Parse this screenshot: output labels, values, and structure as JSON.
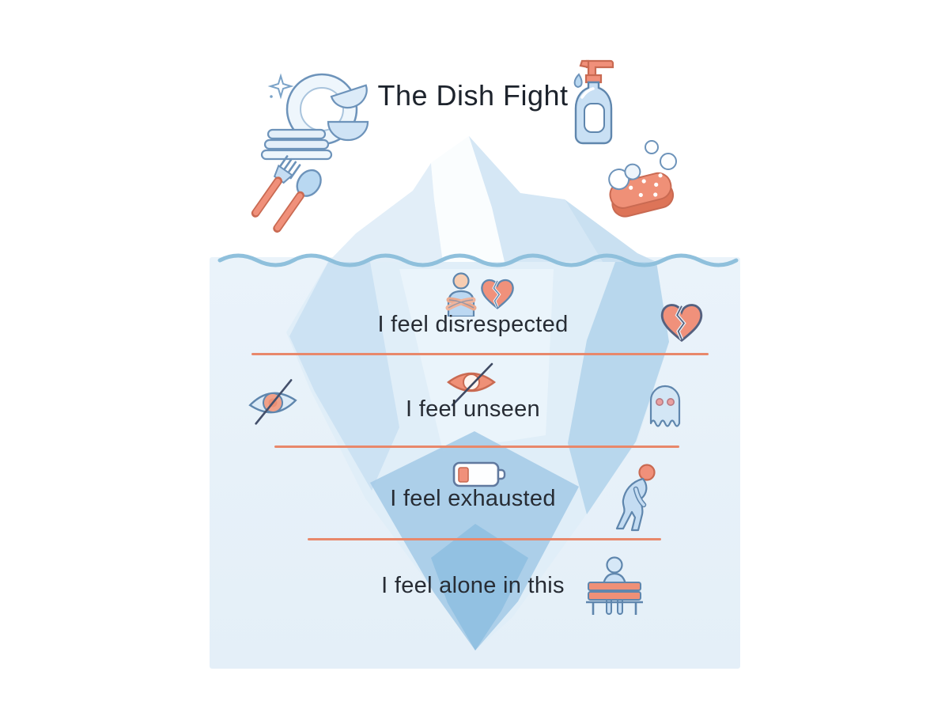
{
  "title": "The Dish Fight",
  "surface": {
    "icons": [
      "sparkle",
      "dish-stack",
      "cutlery-fork-spoon",
      "soap-bottle",
      "sponge-with-bubbles"
    ]
  },
  "layers": [
    {
      "label": "I feel disrespected",
      "center_icon": "person-crossed-arms-with-broken-heart",
      "side_icon": "broken-heart"
    },
    {
      "label": "I feel unseen",
      "center_icon": "eye-slash-coral",
      "left_icon": "eye-slash-blue",
      "side_icon": "ghost"
    },
    {
      "label": "I feel exhausted",
      "center_icon": "battery-low",
      "side_icon": "slumped-person"
    },
    {
      "label": "I feel alone in this",
      "side_icon": "person-on-bench"
    }
  ],
  "colors": {
    "water": "#eaf3fa",
    "wave": "#8fc0dc",
    "divider": "#e8886b",
    "text": "#272c34",
    "coral": "#ef9077",
    "coral_outline": "#c96a52",
    "blue_fill": "#c9e0f4",
    "blue_outline": "#5f86ad",
    "iceberg_light": "#eff6fc",
    "iceberg_deep": "#8fbfe1"
  }
}
